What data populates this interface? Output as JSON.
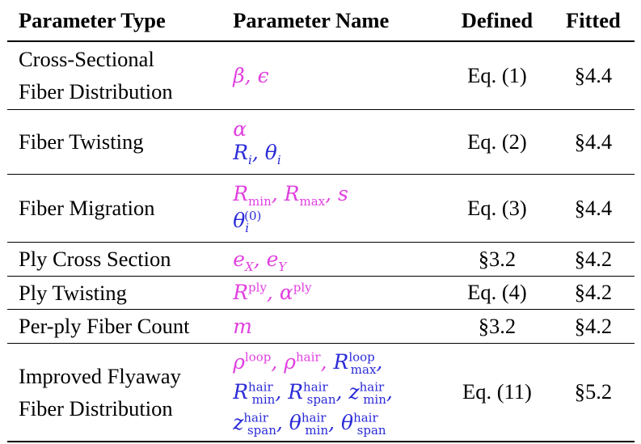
{
  "headers": [
    "Parameter Type",
    "Parameter Name",
    "Defined",
    "Fitted"
  ],
  "rows": [
    {
      "type": [
        "Cross-Sectional",
        "Fiber Distribution"
      ],
      "defined": "Eq. (1)",
      "fitted": "§4.4"
    },
    {
      "type": [
        "Fiber Twisting"
      ],
      "defined": "Eq. (2)",
      "fitted": "§4.4"
    },
    {
      "type": [
        "Fiber Migration"
      ],
      "defined": "Eq. (3)",
      "fitted": "§4.4"
    },
    {
      "type": [
        "Ply Cross Section"
      ],
      "defined": "§3.2",
      "fitted": "§4.2"
    },
    {
      "type": [
        "Ply Twisting"
      ],
      "defined": "Eq. (4)",
      "fitted": "§4.2"
    },
    {
      "type": [
        "Per-ply Fiber Count"
      ],
      "defined": "§3.2",
      "fitted": "§4.2"
    },
    {
      "type": [
        "Improved Flyaway",
        "Fiber Distribution"
      ],
      "defined": "Eq. (11)",
      "fitted": "§5.2"
    }
  ],
  "math": {
    "r1": {
      "beta": "β",
      "sep": ", ",
      "eps": "ϵ"
    },
    "r2": {
      "alpha": "α",
      "R": "R",
      "i": "i",
      "sep": ", ",
      "theta": "θ"
    },
    "r3": {
      "R": "R",
      "min": "min",
      "max": "max",
      "sep": ", ",
      "s": "s",
      "theta": "θ",
      "i": "i",
      "zero": "(0)"
    },
    "r4": {
      "e": "e",
      "X": "X",
      "Y": "Y",
      "sep": ", "
    },
    "r5": {
      "R": "R",
      "ply": "ply",
      "sep": ", ",
      "alpha": "α"
    },
    "r6": {
      "m": "m"
    },
    "r7": {
      "rho": "ρ",
      "loop": "loop",
      "hair": "hair",
      "R": "R",
      "z": "z",
      "theta": "θ",
      "min": "min",
      "max": "max",
      "span": "span",
      "sep": ", ",
      "end": ","
    }
  },
  "colors": {
    "magenta": "#e040e0",
    "blue": "#2b2bd8"
  }
}
